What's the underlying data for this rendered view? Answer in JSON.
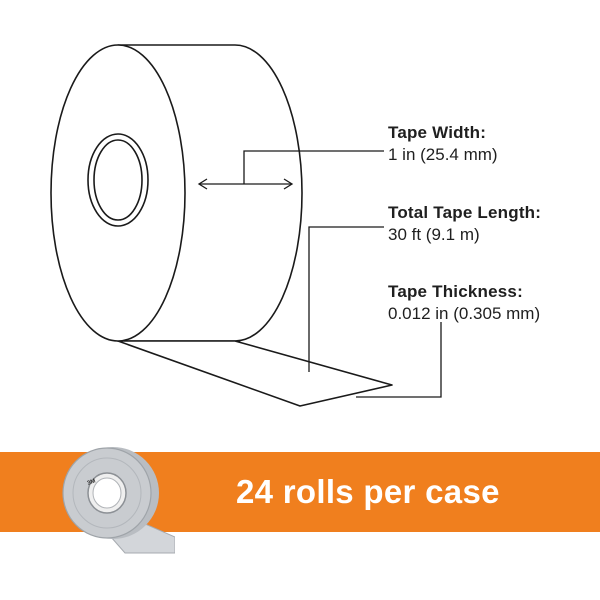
{
  "specs": {
    "width": {
      "label": "Tape Width:",
      "value": "1 in (25.4 mm)"
    },
    "length": {
      "label": "Total Tape Length:",
      "value": "30 ft (9.1 m)"
    },
    "thickness": {
      "label": "Tape Thickness:",
      "value": "0.012 in (0.305 mm)"
    }
  },
  "banner": {
    "text": "24 rolls per case"
  },
  "colors": {
    "banner": "#f07f1e",
    "banner_text": "#ffffff",
    "line": "#1a1a1a",
    "tape_gray": "#c9ccd0"
  },
  "product_photo": {
    "logo_text": "3M"
  }
}
